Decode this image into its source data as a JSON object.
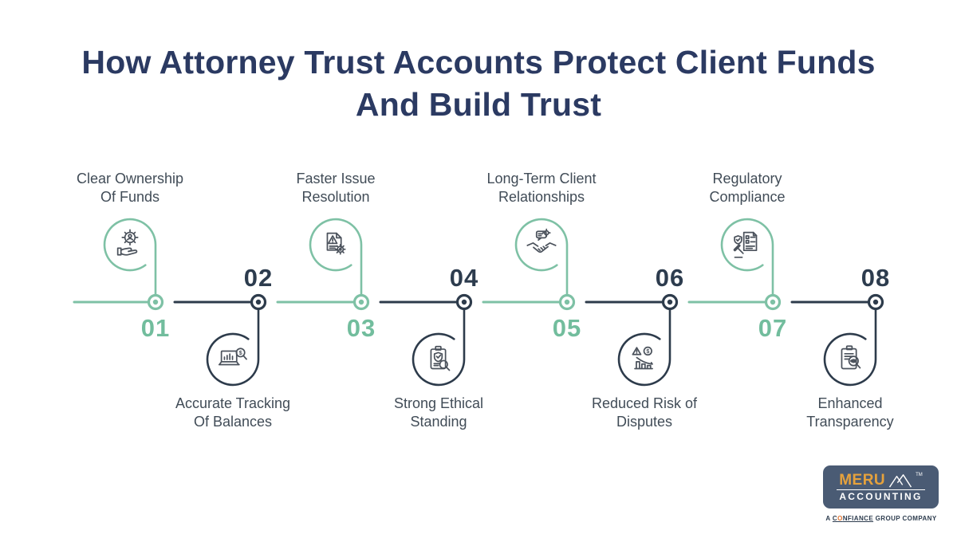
{
  "title": "How Attorney Trust Accounts Protect Client Funds And Build Trust",
  "colors": {
    "title_navy": "#2b3a62",
    "timeline_green": "#7ec1a5",
    "timeline_dark": "#2d3b4b",
    "number_green": "#72bd9d",
    "number_dark": "#2d3c4e",
    "label_gray": "#414c57",
    "logo_background": "#4a5b74",
    "logo_orange": "#e6a23c",
    "background": "#ffffff"
  },
  "items": [
    {
      "number": "01",
      "title_lines": [
        "Clear Ownership",
        "Of Funds"
      ],
      "icon": "hand-holding-gear-icon",
      "color": "green",
      "position": "top"
    },
    {
      "number": "02",
      "title_lines": [
        "Accurate Tracking",
        "Of Balances"
      ],
      "icon": "laptop-chart-magnifier-icon",
      "color": "dark",
      "position": "bottom"
    },
    {
      "number": "03",
      "title_lines": [
        "Faster Issue",
        "Resolution"
      ],
      "icon": "document-warning-gear-icon",
      "color": "green",
      "position": "top"
    },
    {
      "number": "04",
      "title_lines": [
        "Strong Ethical",
        "Standing"
      ],
      "icon": "clipboard-shield-magnifier-icon",
      "color": "dark",
      "position": "bottom"
    },
    {
      "number": "05",
      "title_lines": [
        "Long-Term Client",
        "Relationships"
      ],
      "icon": "handshake-gear-icon",
      "color": "green",
      "position": "top"
    },
    {
      "number": "06",
      "title_lines": [
        "Reduced Risk of",
        "Disputes"
      ],
      "icon": "risk-decline-chart-icon",
      "color": "dark",
      "position": "bottom"
    },
    {
      "number": "07",
      "title_lines": [
        "Regulatory",
        "Compliance"
      ],
      "icon": "shield-checklist-gavel-icon",
      "color": "green",
      "position": "top"
    },
    {
      "number": "08",
      "title_lines": [
        "Enhanced",
        "Transparency"
      ],
      "icon": "clipboard-eye-magnifier-icon",
      "color": "dark",
      "position": "bottom"
    }
  ],
  "icon_glyphs": {
    "dollar": "$"
  },
  "logo": {
    "brand": "MERU",
    "tm": "TM",
    "brand_sub": "ACCOUNTING",
    "tagline_prefix": "A ",
    "confiance_c": "C",
    "confiance_o": "O",
    "confiance_rest": "NFIANCE",
    "tagline_suffix": " GROUP COMPANY"
  }
}
